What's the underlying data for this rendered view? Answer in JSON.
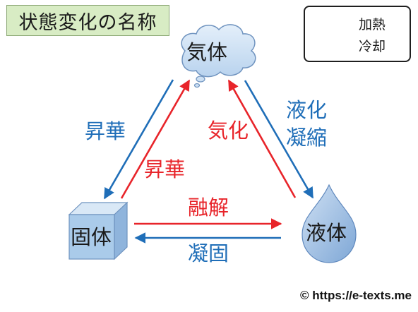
{
  "title": "状態変化の名称",
  "legend": {
    "heating": "加熱",
    "cooling": "冷却"
  },
  "states": {
    "gas": "気体",
    "liquid": "液体",
    "solid": "固体"
  },
  "transitions": {
    "sublimation_solid_to_gas": "昇華",
    "sublimation_gas_to_solid": "昇華",
    "vaporization": "気化",
    "condensation_line1": "液化",
    "condensation_line2": "凝縮",
    "melting": "融解",
    "freezing": "凝固"
  },
  "colors": {
    "heating": "#e8242a",
    "cooling": "#1f6eb8",
    "title_bg": "#d8ecc4",
    "cube": "#a9cbea",
    "cloud": "#cde0f3",
    "drop": "#8fb5df"
  },
  "copyright": "© https://e-texts.me"
}
